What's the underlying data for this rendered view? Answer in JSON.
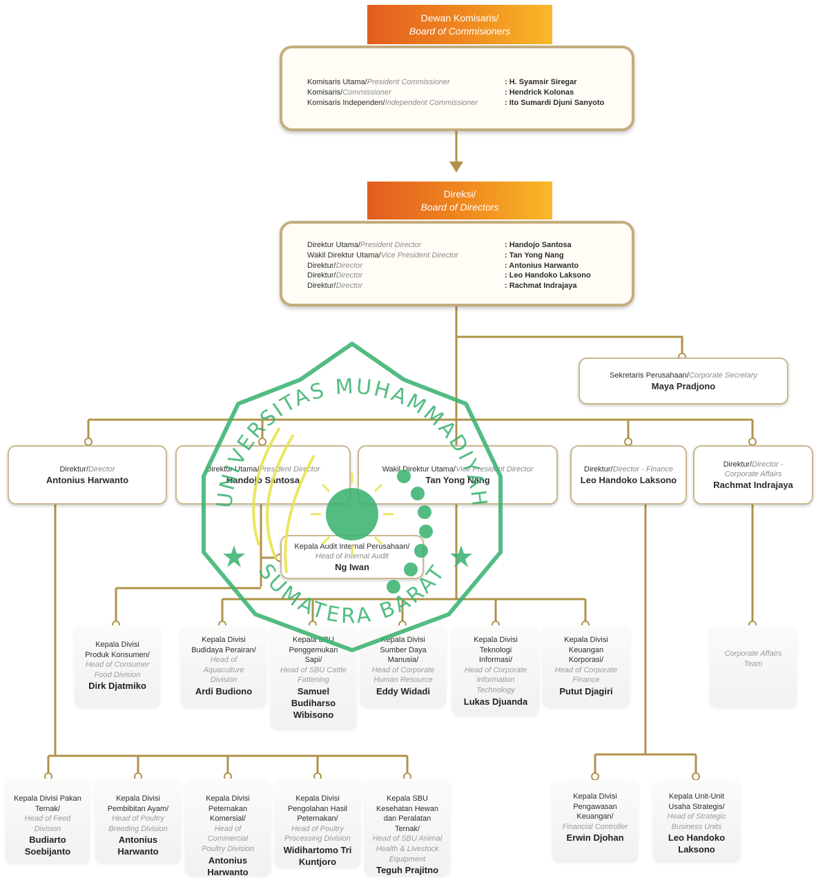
{
  "commissioners": {
    "header_id": "Dewan Komisaris/",
    "header_en": "Board of Commisioners",
    "rows": [
      {
        "role_id": "Komisaris Utama/",
        "role_en": "President Commissioner",
        "name": ": H. Syamsir Siregar"
      },
      {
        "role_id": "Komisaris/",
        "role_en": "Commissioner",
        "name": ": Hendrick Kolonas"
      },
      {
        "role_id": "Komisaris Independen/",
        "role_en": "Independent Commissioner",
        "name": ": Ito Sumardi Djuni Sanyoto"
      }
    ]
  },
  "directors": {
    "header_id": "Direksi/",
    "header_en": "Board of Directors",
    "rows": [
      {
        "role_id": "Direktur Utama/",
        "role_en": "President Director",
        "name": ": Handojo Santosa"
      },
      {
        "role_id": "Wakil Direktur Utama/",
        "role_en": "Vice President Director",
        "name": ": Tan Yong Nang"
      },
      {
        "role_id": "Direktur/",
        "role_en": "Director",
        "name": ": Antonius Harwanto"
      },
      {
        "role_id": "Direktur/",
        "role_en": "Director",
        "name": ": Leo Handoko Laksono"
      },
      {
        "role_id": "Direktur/",
        "role_en": "Director",
        "name": ": Rachmat Indrajaya"
      }
    ]
  },
  "corp_secretary": {
    "role_id": "Sekretaris Perusahaan/",
    "role_en": "Corporate Secretary",
    "name": "Maya Pradjono"
  },
  "director_boxes": [
    {
      "role_id": "Direktur/",
      "role_en": "Director",
      "name": "Antonius Harwanto"
    },
    {
      "role_id": "Direktur Utama/",
      "role_en": "President Director",
      "name": "Handojo Santosa"
    },
    {
      "role_id": "Wakil Direktur Utama/",
      "role_en": "Vice President Director",
      "name": "Tan Yong Nang"
    },
    {
      "role_id": "Direktur/",
      "role_en": "Director",
      "role_suffix": " - Finance",
      "name": "Leo Handoko Laksono"
    },
    {
      "role_id": "Direktur/",
      "role_en": "Director -",
      "role_en2": "Corporate Affairs",
      "name": "Rachmat Indrajaya"
    }
  ],
  "internal_audit": {
    "role_id": "Kepala Audit Internal Perusahaan/",
    "role_en": "Head of Internal Audit",
    "name": "Ng Iwan"
  },
  "divisions_row1": [
    {
      "lines": [
        "Kepala Divisi",
        "Produk Konsumen/"
      ],
      "en": [
        "Head of Consumer",
        "Food Division"
      ],
      "name": [
        "Dirk Djatmiko"
      ]
    },
    {
      "lines": [
        "Kepala Divisi",
        "Budidaya Perairan/"
      ],
      "en": [
        "Head of",
        "Aquaculture",
        "Division"
      ],
      "name": [
        "Ardi Budiono"
      ]
    },
    {
      "lines": [
        "Kepala SBU",
        "Penggemukan",
        "Sapi/"
      ],
      "en": [
        "Head of SBU Cattle",
        "Fattening"
      ],
      "name": [
        "Samuel",
        "Budiharso",
        "Wibisono"
      ]
    },
    {
      "lines": [
        "Kepala Divisi",
        "Sumber Daya",
        "Manusia/"
      ],
      "en": [
        "Head of Corporate",
        "Human Resource"
      ],
      "name": [
        "Eddy Widadi"
      ]
    },
    {
      "lines": [
        "Kepala Divisi",
        "Teknologi",
        "Informasi/"
      ],
      "en": [
        "Head of Corporate",
        "Information",
        "Technology"
      ],
      "name": [
        "Lukas Djuanda"
      ]
    },
    {
      "lines": [
        "Kepala Divisi",
        "Keuangan",
        "Korporasi/"
      ],
      "en": [
        "Head of Corporate",
        "Finance"
      ],
      "name": [
        "Putut Djagiri"
      ]
    }
  ],
  "corporate_affairs_team": {
    "en": [
      "Corporate Affairs",
      "Team"
    ]
  },
  "divisions_row2": [
    {
      "lines": [
        "Kepala Divisi Pakan",
        "Ternak/"
      ],
      "en": [
        "Head of Feed",
        "Division"
      ],
      "name": [
        "Budiarto",
        "Soebijanto"
      ]
    },
    {
      "lines": [
        "Kepala Divisi",
        "Pembibitan Ayam/"
      ],
      "en": [
        "Head of Poultry",
        "Breeding Division"
      ],
      "name": [
        "Antonius",
        "Harwanto"
      ]
    },
    {
      "lines": [
        "Kepala Divisi",
        "Peternakan",
        "Komersial/"
      ],
      "en": [
        "Head of",
        "Commercial",
        "Poultry Division"
      ],
      "name": [
        "Antonius",
        "Harwanto"
      ]
    },
    {
      "lines": [
        "Kepala Divisi",
        "Pengolahan Hasil",
        "Peternakan/"
      ],
      "en": [
        "Head of Poultry",
        "Processing Division"
      ],
      "name": [
        "Widihartomo Tri",
        "Kuntjoro"
      ]
    },
    {
      "lines": [
        "Kepala SBU",
        "Kesehatan Hewan",
        "dan Peralatan",
        "Ternak/"
      ],
      "en": [
        "Head of SBU Animal",
        "Health & Livestock",
        "Equipment"
      ],
      "name": [
        "Teguh Prajitno"
      ]
    },
    {
      "lines": [
        "Kepala Divisi",
        "Pengawasan",
        "Keuangan/"
      ],
      "en": [
        "Financial Controller"
      ],
      "name": [
        "Erwin Djohan"
      ]
    },
    {
      "lines": [
        "Kepala Unit-Unit",
        "Usaha Strategis/"
      ],
      "en": [
        "Head of Strategic",
        "Business Units"
      ],
      "name": [
        "Leo Handoko",
        "Laksono"
      ]
    }
  ],
  "watermark": {
    "top_text": "UNIVERSITAS MUHAMMADIYAH",
    "bottom_text": "SUMATERA BARAT"
  },
  "colors": {
    "line": "#b0924a",
    "header_start": "#e25d1f",
    "header_end": "#f8b92a",
    "stamp": "#3cb371",
    "stamp_yellow": "#e8e34a"
  }
}
